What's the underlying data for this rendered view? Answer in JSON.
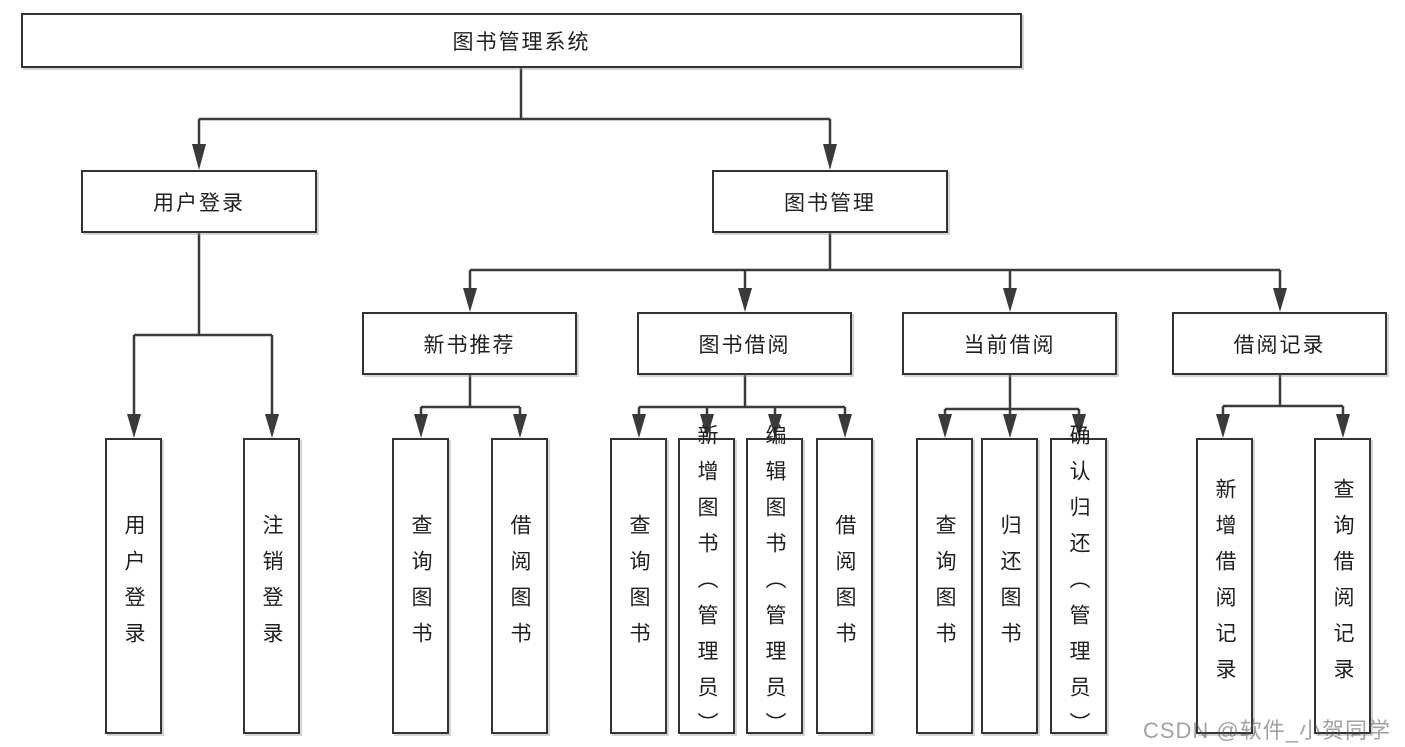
{
  "diagram": {
    "nodes": {
      "root": "图书管理系统",
      "user_login": "用户登录",
      "book_mgmt": "图书管理",
      "new_books": "新书推荐",
      "book_borrow": "图书借阅",
      "current_borrow": "当前借阅",
      "borrow_records": "借阅记录"
    },
    "leaves": {
      "user_login": [
        "用户登录",
        "注销登录"
      ],
      "new_books": [
        "查询图书",
        "借阅图书"
      ],
      "book_borrow": [
        "查询图书",
        "新增图书（管理员）",
        "编辑图书（管理员）",
        "借阅图书"
      ],
      "current_borrow": [
        "查询图书",
        "归还图书",
        "确认归还（管理员）"
      ],
      "borrow_records": [
        "新增借阅记录",
        "查询借阅记录"
      ]
    },
    "watermark": "CSDN @软件_小贺同学",
    "colors": {
      "line": "#3a3a3a",
      "box_border": "#333333",
      "box_fill": "#ffffff",
      "text": "#1f1f1f",
      "watermark": "#9e9e9e",
      "background": "#ffffff"
    }
  }
}
